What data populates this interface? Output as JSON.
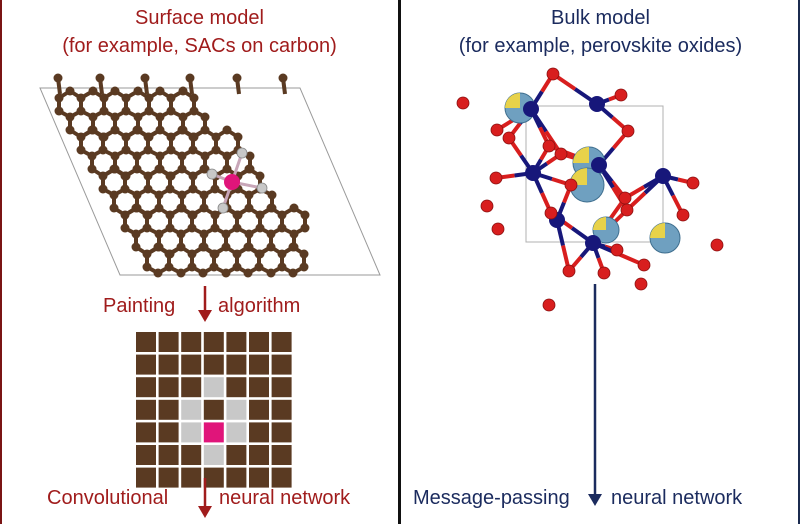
{
  "left": {
    "title": "Surface model",
    "subtitle": "(for example, SACs on carbon)",
    "step_left": "Painting",
    "step_right": "algorithm",
    "bottom_left": "Convolutional",
    "bottom_right": "neural network"
  },
  "right": {
    "title": "Bulk model",
    "subtitle": "(for example, perovskite oxides)",
    "bottom_left": "Message-passing",
    "bottom_right": "neural network"
  },
  "colors": {
    "left_accent": "#a01c1c",
    "right_accent": "#1b2b5e",
    "carbon": "#5a3a22",
    "nitrogen": "#c8c8c8",
    "metal_center": "#e0157a",
    "oxygen": "#d81e1e",
    "b_site": "#17177a",
    "a_site": "#6fa0c0"
  },
  "icons": [
    "graphene-lattice-icon",
    "pixel-grid-icon",
    "perovskite-crystal-icon",
    "down-arrow-icon"
  ]
}
